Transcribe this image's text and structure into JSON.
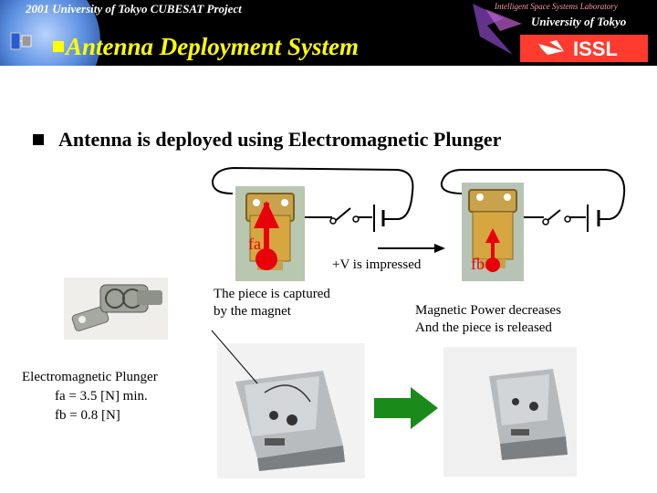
{
  "header": {
    "left_caption": "2001 University of Tokyo CUBESAT Project",
    "title": "Antenna Deployment System",
    "lab_name": "Intelligent Space Systems Laboratory",
    "university": "University of Tokyo",
    "lab_abbrev": "ISSL"
  },
  "heading": "Antenna is deployed using Electromagnetic Plunger",
  "arrow_label": "+V is impressed",
  "force_a": "fa",
  "force_b": "fb",
  "captured_text": "The piece is captured\nby the magnet",
  "released_text": "Magnetic Power decreases\nAnd the piece is released",
  "plunger_spec": {
    "name": "Electromagnetic Plunger",
    "fa": "fa = 3.5 [N] min.",
    "fb": "fb = 0.8 [N]"
  },
  "colors": {
    "header_bg": "#000000",
    "title": "#ffff00",
    "arrow": "#e8000b",
    "transition_arrow": "#1a8a1a"
  }
}
